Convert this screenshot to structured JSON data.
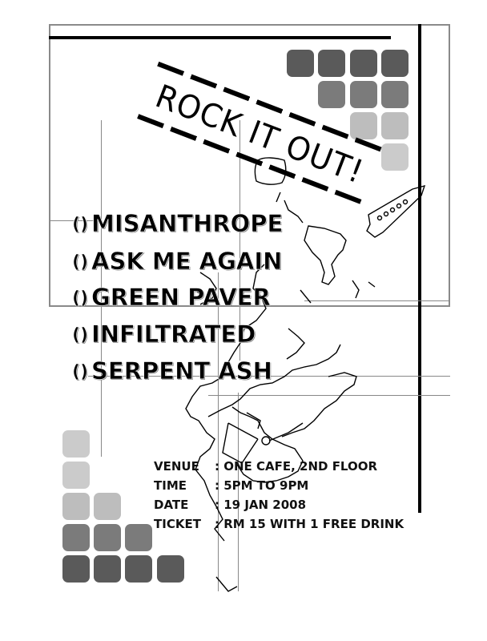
{
  "poster": {
    "headline": "ROCK IT OUT!",
    "bullet": "()",
    "bands": [
      "MISANTHROPE",
      "ASK ME AGAIN",
      "GREEN PAVER",
      "INFILTRATED",
      "SERPENT ASH"
    ],
    "details": [
      {
        "label": "VENUE",
        "value": ": ONE CAFE, 2ND FLOOR"
      },
      {
        "label": "TIME",
        "value": ": 5PM TO 9PM"
      },
      {
        "label": "DATE",
        "value": ": 19 JAN 2008"
      },
      {
        "label": "TICKET",
        "value": ": RM 15 WITH 1 FREE DRINK"
      }
    ]
  },
  "colors": {
    "dark_square": "#5a5a5a",
    "mid_square": "#7b7b7b",
    "light_square": "#bdbdbd",
    "lighter_square": "#cbcbcb",
    "line_gray": "#888888",
    "ink": "#000000"
  },
  "icons": {
    "top_right_squares": "square-grid-icon",
    "bottom_left_squares": "square-grid-icon",
    "map": "guitar-map-outline-icon"
  }
}
